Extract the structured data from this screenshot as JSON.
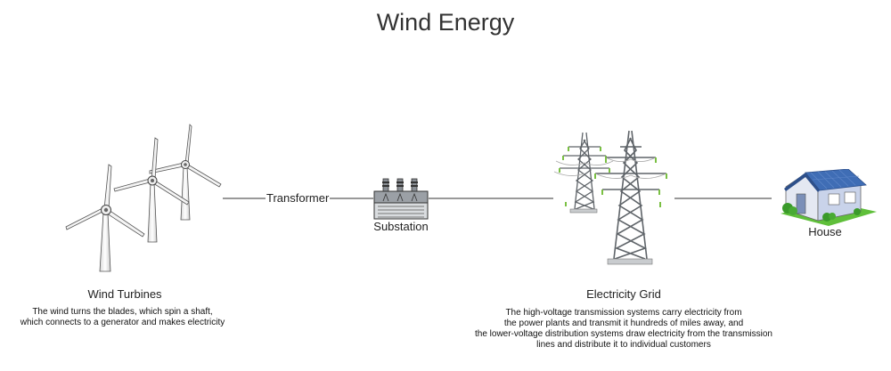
{
  "diagram": {
    "title": "Wind Energy",
    "nodes": {
      "turbines": {
        "label": "Wind Turbines",
        "description": [
          "The wind turns the blades, which spin a shaft,",
          "which connects to a generator and makes electricity"
        ],
        "icon": "wind-turbine-icon"
      },
      "substation": {
        "label": "Substation",
        "icon": "transformer-icon"
      },
      "grid": {
        "label": "Electricity Grid",
        "description": [
          "The high-voltage transmission systems carry electricity from",
          "the power plants and transmit it hundreds of miles away, and",
          "the lower-voltage distribution systems draw electricity from the transmission",
          "lines and distribute it to individual customers"
        ],
        "icon": "transmission-tower-icon"
      },
      "house": {
        "label": "House",
        "icon": "house-icon"
      }
    },
    "edges": [
      {
        "from": "turbines",
        "to": "substation",
        "label": "Transformer"
      },
      {
        "from": "substation",
        "to": "grid",
        "label": ""
      },
      {
        "from": "grid",
        "to": "house",
        "label": ""
      }
    ],
    "colors": {
      "line": "#333333",
      "roof": "#3f6db5",
      "walls": "#c9d3ea",
      "grass": "#5fbf3a",
      "steel": "#6b7076"
    }
  }
}
